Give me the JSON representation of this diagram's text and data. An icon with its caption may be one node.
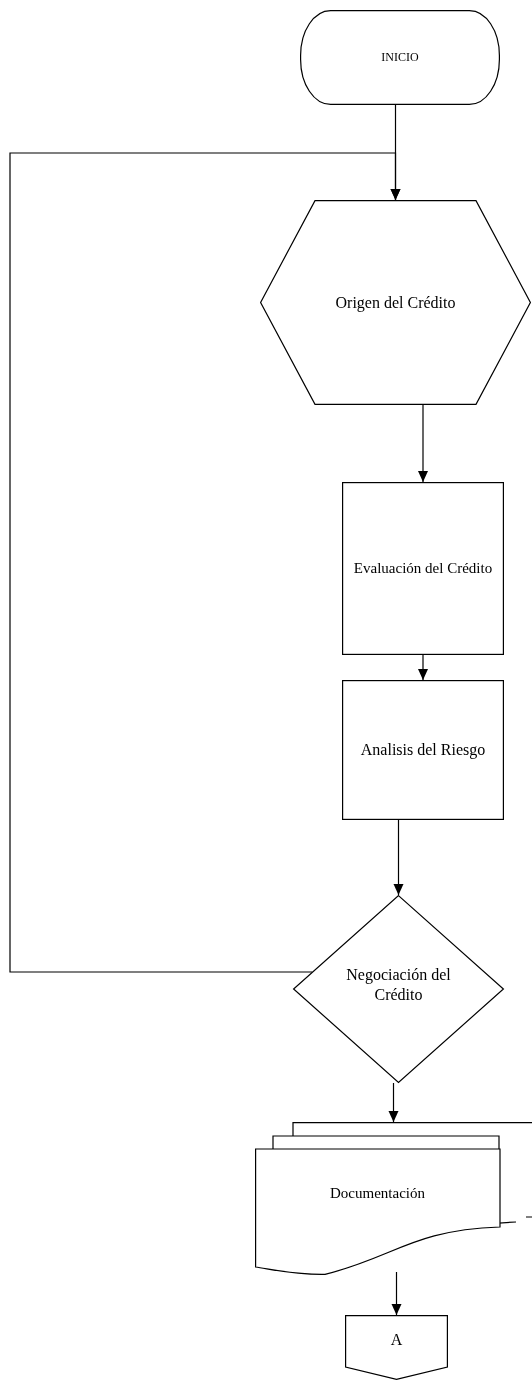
{
  "diagram": {
    "nodes": [
      {
        "text": [
          "INICIO"
        ]
      },
      {
        "text": [
          "Origen del Crédito"
        ]
      },
      {
        "text": [
          "Evaluación del Crédito"
        ]
      },
      {
        "text": [
          "Analisis del Riesgo"
        ]
      },
      {
        "text": [
          "Negociación del Crédito"
        ]
      },
      {
        "text": [
          "Documentación"
        ]
      },
      {
        "text": [
          "A"
        ]
      }
    ],
    "edges": [
      {
        "from": 0,
        "to": 1,
        "arrow": "to"
      },
      {
        "from": 1,
        "to": 2,
        "arrow": "to"
      },
      {
        "from": 2,
        "to": 3,
        "arrow": "to"
      },
      {
        "from": 3,
        "to": 4,
        "arrow": "to"
      },
      {
        "from": 4,
        "to": 5,
        "arrow": "to"
      },
      {
        "from": 5,
        "to": 6,
        "arrow": "to"
      },
      {
        "from": 4,
        "to": 1,
        "arrow": "to"
      }
    ]
  }
}
